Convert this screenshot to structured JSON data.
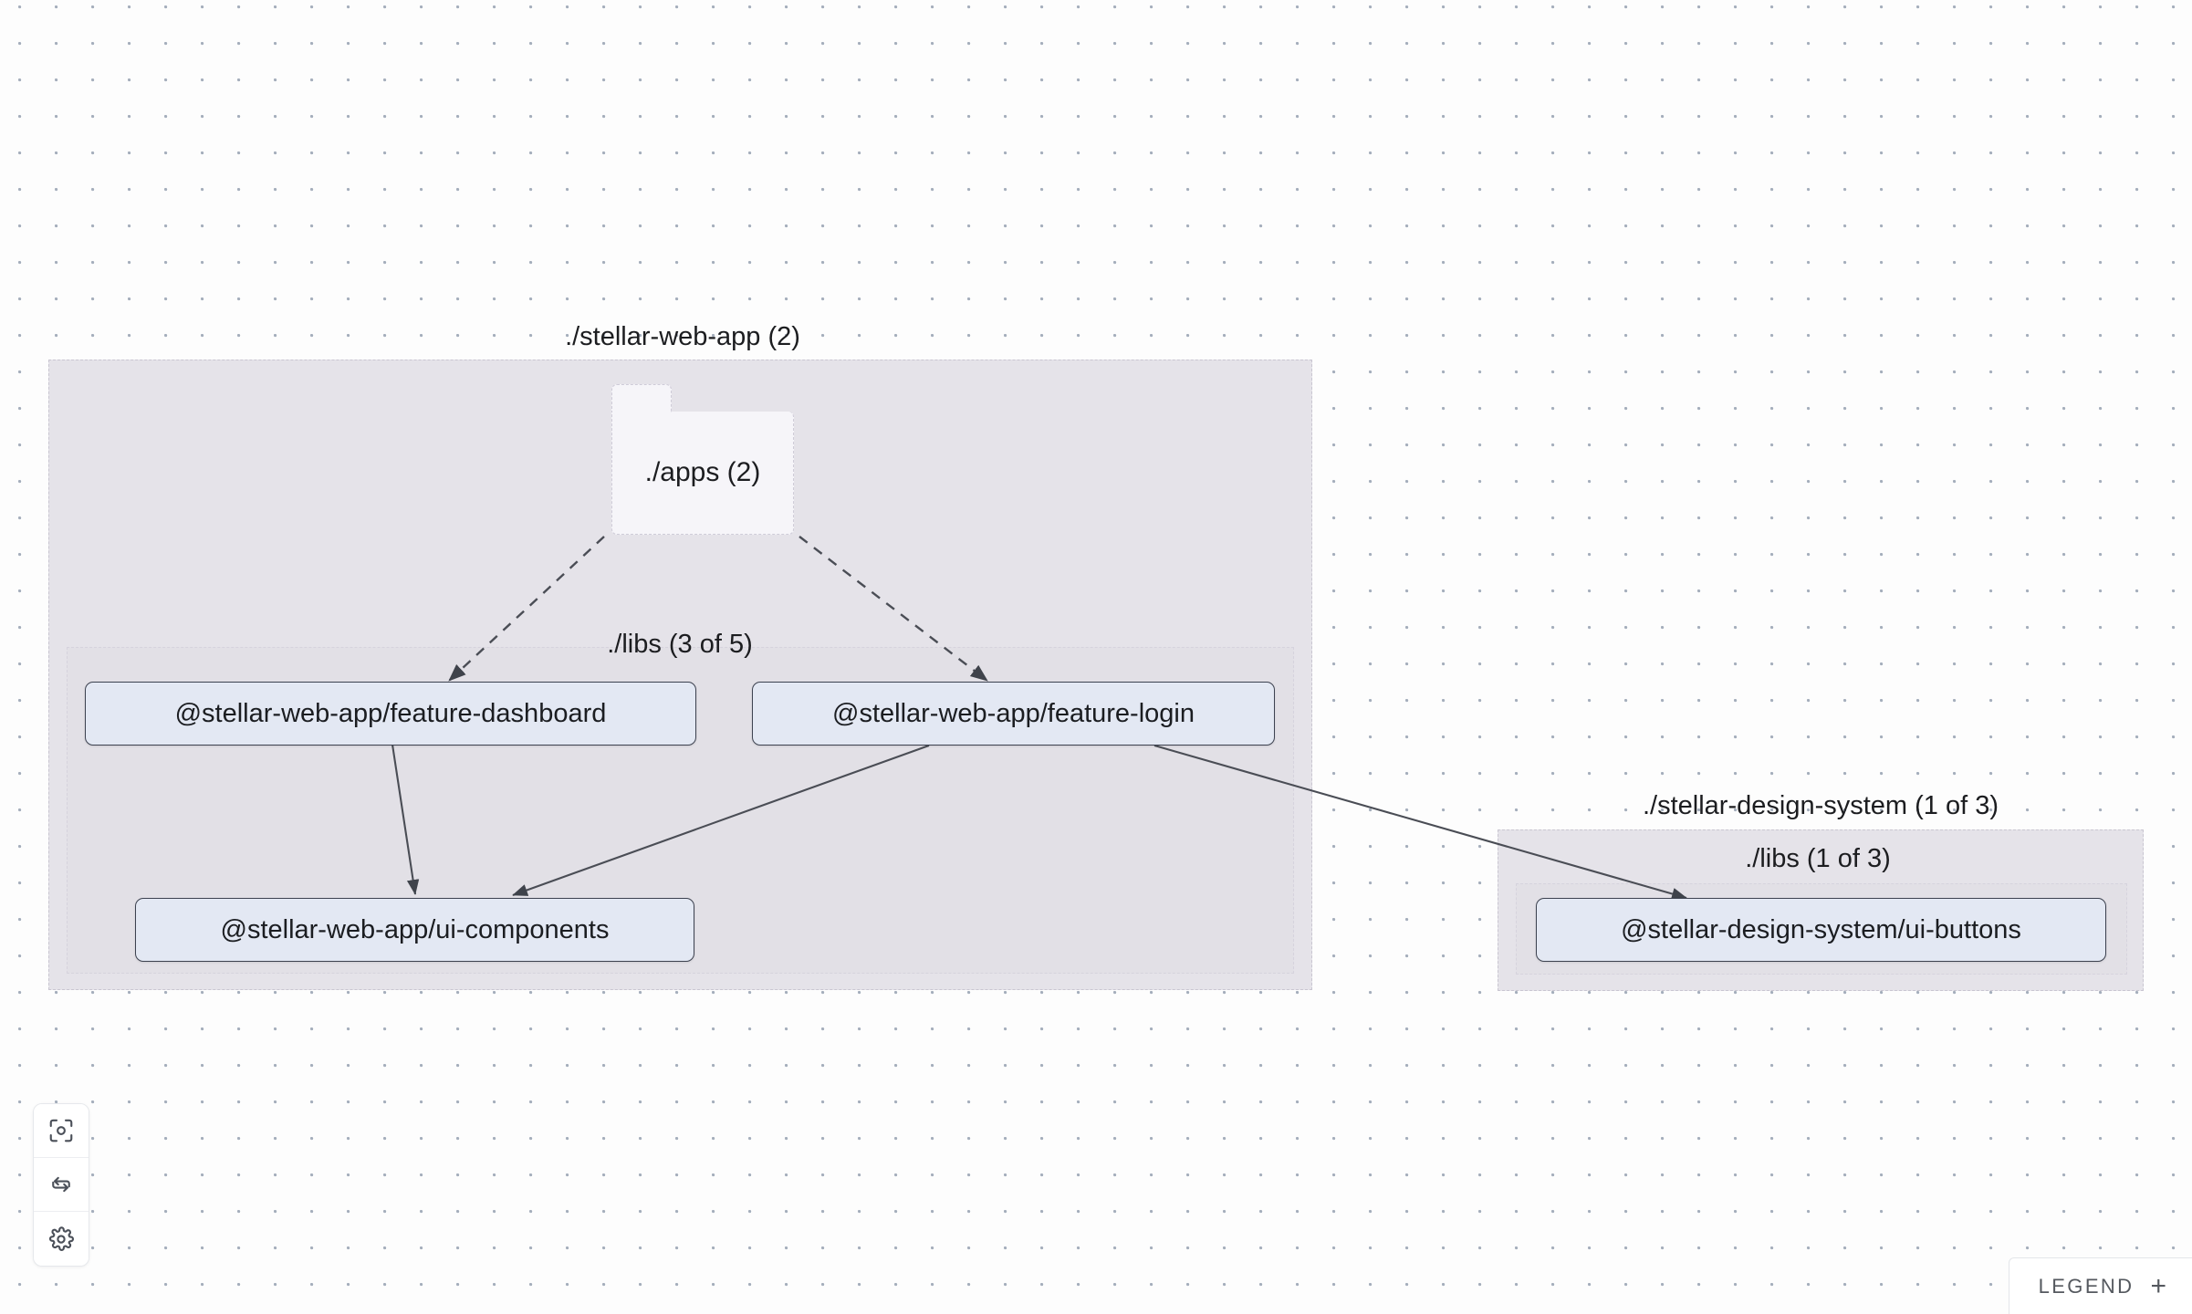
{
  "canvas": {
    "background_color": "#fdfdfd",
    "dot_color": "#a5aebc",
    "dot_spacing": 40
  },
  "groups": [
    {
      "id": "stellar-web-app",
      "label": "./stellar-web-app (2)",
      "fill": "#e5e3e9",
      "border_color": "#c9c6d1"
    },
    {
      "id": "stellar-web-app-libs",
      "label": "./libs (3 of 5)",
      "fill": "transparent",
      "border_color": "#d6d3dd"
    },
    {
      "id": "stellar-design-system",
      "label": "./stellar-design-system (1 of 3)",
      "fill": "#e5e3e9",
      "border_color": "#c9c6d1"
    },
    {
      "id": "stellar-design-system-libs",
      "label": "./libs (1 of 3)",
      "fill": "transparent",
      "border_color": "#d6d3dd"
    }
  ],
  "folder": {
    "label": "./apps (2)",
    "fill": "#f6f5f9",
    "border_color": "#cfccd8"
  },
  "nodes": [
    {
      "id": "feature-dashboard",
      "label": "@stellar-web-app/feature-dashboard"
    },
    {
      "id": "feature-login",
      "label": "@stellar-web-app/feature-login"
    },
    {
      "id": "ui-components",
      "label": "@stellar-web-app/ui-components"
    },
    {
      "id": "ui-buttons",
      "label": "@stellar-design-system/ui-buttons"
    }
  ],
  "node_style": {
    "fill": "#e3e8f3",
    "border_color": "#3d4250",
    "text_color": "#1b1d21"
  },
  "edges": [
    {
      "from": "apps",
      "to": "feature-dashboard",
      "style": "dashed"
    },
    {
      "from": "apps",
      "to": "feature-login",
      "style": "dashed"
    },
    {
      "from": "feature-dashboard",
      "to": "ui-components",
      "style": "solid"
    },
    {
      "from": "feature-login",
      "to": "ui-components",
      "style": "solid"
    },
    {
      "from": "feature-login",
      "to": "ui-buttons",
      "style": "solid"
    }
  ],
  "edge_style": {
    "color": "#4a4d55"
  },
  "controls": [
    {
      "id": "focus",
      "icon": "focus-target-icon",
      "title": "Focus graph"
    },
    {
      "id": "refresh",
      "icon": "refresh-icon",
      "title": "Refresh"
    },
    {
      "id": "settings",
      "icon": "gear-icon",
      "title": "Settings"
    }
  ],
  "legend": {
    "label": "LEGEND",
    "plus": "+"
  }
}
